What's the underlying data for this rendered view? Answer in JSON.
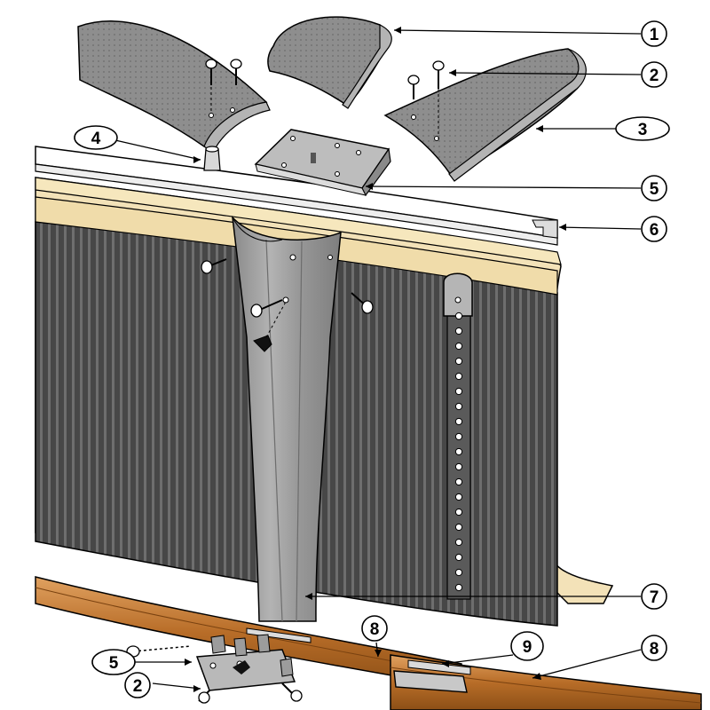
{
  "callouts": {
    "c1": "1",
    "c2_top": "2",
    "c3": "3",
    "c4": "4",
    "c5_top": "5",
    "c6": "6",
    "c7": "7",
    "c8_left": "8",
    "c9": "9",
    "c8_right": "8",
    "c5_bottom": "5",
    "c2_bottom": "2"
  },
  "colors": {
    "wall_dark": "#4a4a4a",
    "wall_stripe": "#6a6a6a",
    "liner_beige": "#f3e2b8",
    "metal_grey": "#9c9c9c",
    "metal_light": "#c8c8c8",
    "track_wood": "#b8702a",
    "track_light": "#d99a52",
    "rail_white": "#ffffff",
    "outline": "#000000"
  }
}
